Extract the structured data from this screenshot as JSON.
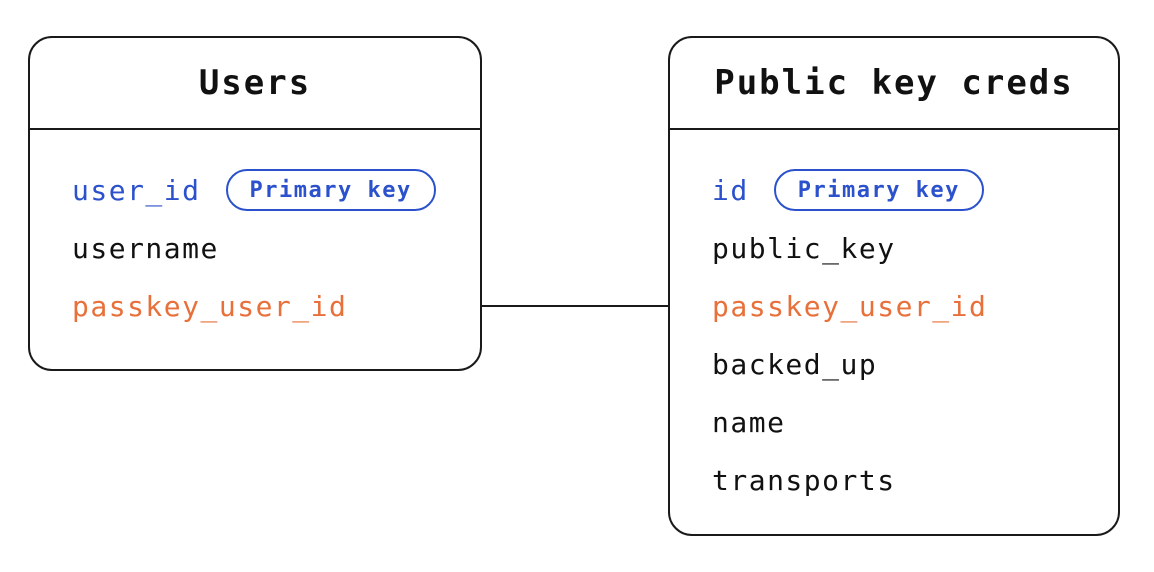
{
  "colors": {
    "primary_key_blue": "#2b52cc",
    "foreign_key_orange": "#e8703a",
    "text_black": "#111111",
    "border_black": "#1a1a1a",
    "background": "#ffffff"
  },
  "tables": [
    {
      "title": "Users",
      "fields": [
        {
          "name": "user_id",
          "badge": "Primary key"
        },
        {
          "name": "username"
        },
        {
          "name": "passkey_user_id"
        }
      ]
    },
    {
      "title": "Public key creds",
      "fields": [
        {
          "name": "id",
          "badge": "Primary key"
        },
        {
          "name": "public_key"
        },
        {
          "name": "passkey_user_id"
        },
        {
          "name": "backed_up"
        },
        {
          "name": "name"
        },
        {
          "name": "transports"
        }
      ]
    }
  ],
  "relationship": {
    "from": "Users.passkey_user_id",
    "to": "Public key creds.passkey_user_id"
  }
}
